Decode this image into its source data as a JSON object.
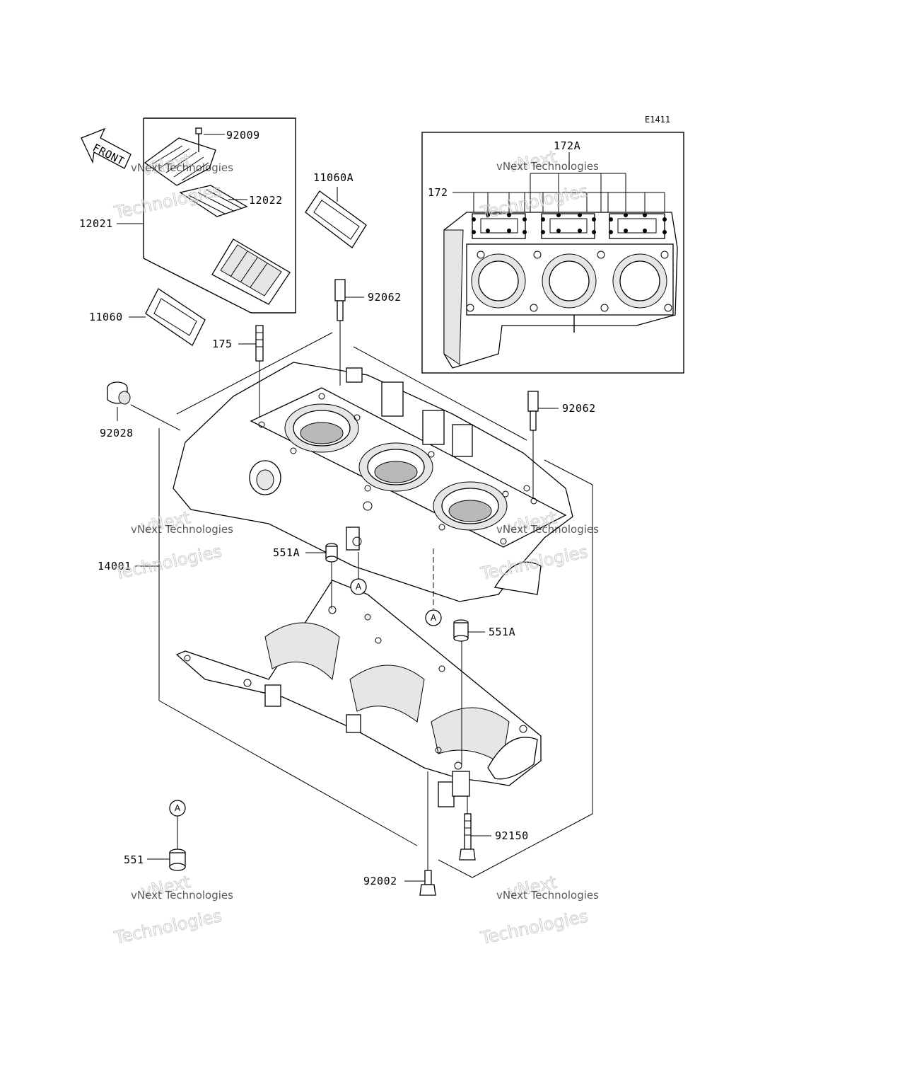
{
  "diagram_code": "E1411",
  "front_label": "FRONT",
  "ref_marker": "A",
  "watermark": {
    "line1": "vNext Technologies",
    "line2": "vNext",
    "line3": "Technologies"
  },
  "parts": {
    "p92009": "92009",
    "p12022": "12022",
    "p12021": "12021",
    "p11060A": "11060A",
    "p11060": "11060",
    "p92062a": "92062",
    "p175": "175",
    "p92028": "92028",
    "p92062b": "92062",
    "p172A": "172A",
    "p172": "172",
    "p551Aa": "551A",
    "p14001": "14001",
    "p551Ab": "551A",
    "p92150": "92150",
    "p551": "551",
    "p92002": "92002"
  }
}
